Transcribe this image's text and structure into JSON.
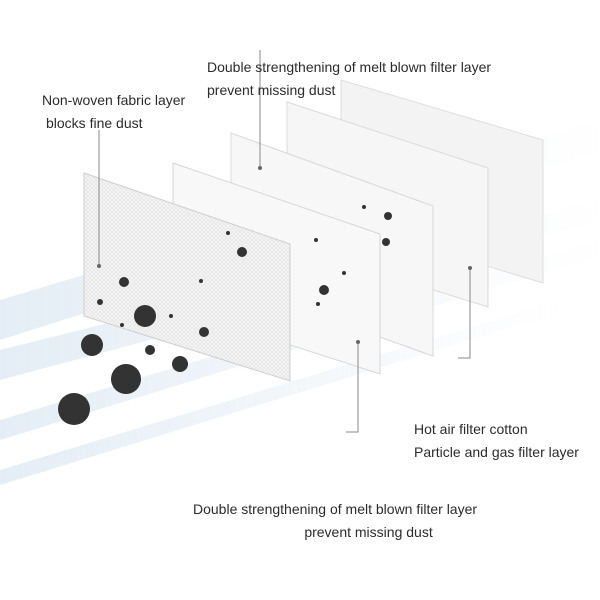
{
  "labels": {
    "top": {
      "line1": "Double strengthening of melt blown filter layer",
      "line2": "prevent missing dust"
    },
    "left": {
      "line1": "Non-woven fabric layer",
      "line2": "blocks fine dust"
    },
    "right": {
      "line1": "Hot air filter cotton",
      "line2": "Particle and gas filter layer"
    },
    "bottom": {
      "line1": "Double strengthening of melt blown filter layer",
      "line2": "prevent missing dust"
    }
  },
  "colors": {
    "layer_fill": "#f6f6f6",
    "layer_edge": "#d9d9d9",
    "airflow": "#c9dcec",
    "dust": "#333333",
    "leader_line": "#888888"
  }
}
